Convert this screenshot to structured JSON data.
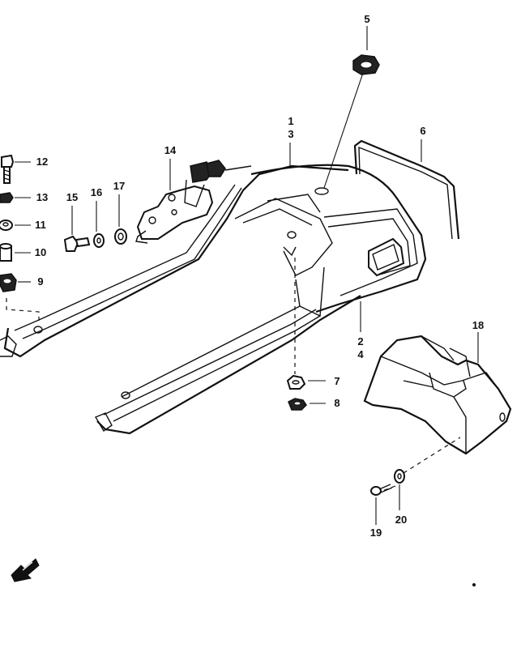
{
  "callouts": {
    "c1": "1",
    "c3": "3",
    "c2": "2",
    "c4": "4",
    "c5": "5",
    "c6": "6",
    "c7": "7",
    "c8": "8",
    "c9": "9",
    "c10": "10",
    "c11": "11",
    "c12": "12",
    "c13": "13",
    "c14": "14",
    "c15": "15",
    "c16": "16",
    "c17": "17",
    "c18": "18",
    "c19": "19",
    "c20": "20"
  },
  "icons": {
    "front_arrow": "arrow-icon"
  }
}
